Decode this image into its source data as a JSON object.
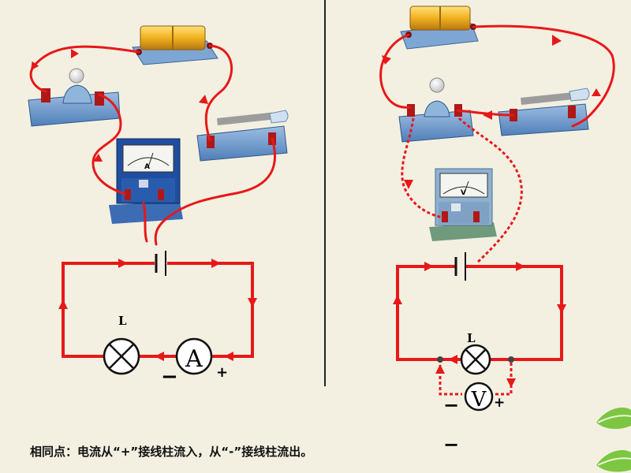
{
  "left_circuit": {
    "lamp_label": "L",
    "meter_symbol": "A",
    "minus_sign": "−",
    "plus_sign": "+",
    "meter_face_letter": "A"
  },
  "right_circuit": {
    "lamp_label": "L",
    "meter_symbol": "V",
    "minus_sign": "−",
    "plus_sign": "+",
    "meter_face_letter": "V",
    "extra_minus": "−"
  },
  "caption": "相同点：电流从“+”接线柱流入，从“-”接线柱流出。",
  "colors": {
    "wire": "#e81818",
    "background": "#f3f0e2",
    "device_base": "#6f96c4",
    "meter_body": "#1f4e9e"
  },
  "icons": [
    "leaf-icon",
    "leaf-icon"
  ]
}
